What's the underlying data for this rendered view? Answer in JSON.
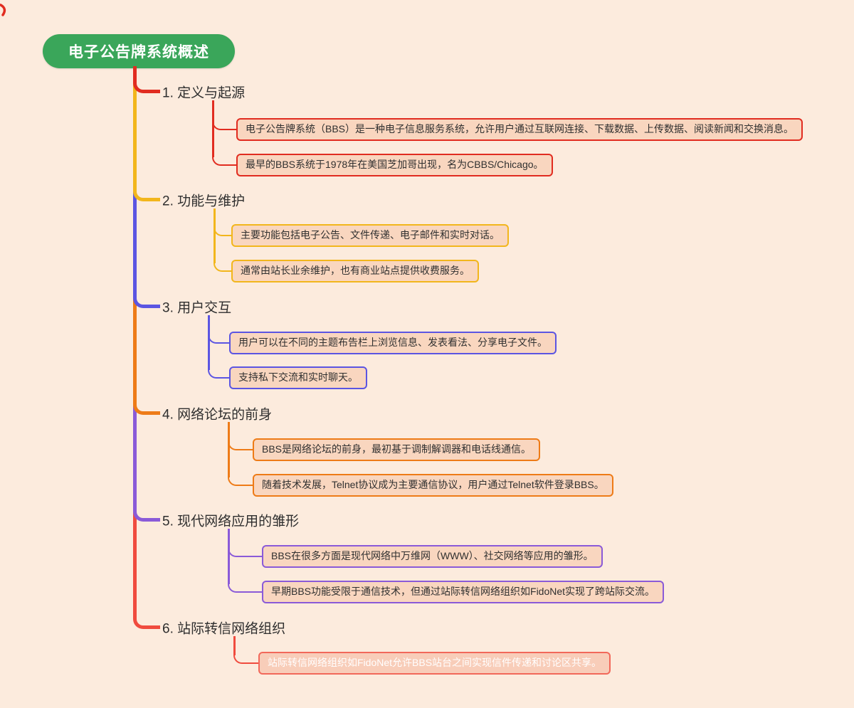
{
  "root": {
    "label": "电子公告牌系统概述"
  },
  "branches": [
    {
      "label": "1. 定义与起源",
      "color": "#e12c20",
      "leaves": [
        {
          "text": "电子公告牌系统（BBS）是一种电子信息服务系统，允许用户通过互联网连接、下载数据、上传数据、阅读新闻和交换消息。"
        },
        {
          "text": "最早的BBS系统于1978年在美国芝加哥出现，名为CBBS/Chicago。"
        }
      ]
    },
    {
      "label": "2. 功能与维护",
      "color": "#f2b61c",
      "leaves": [
        {
          "text": "主要功能包括电子公告、文件传递、电子邮件和实时对话。"
        },
        {
          "text": "通常由站长业余维护，也有商业站点提供收费服务。"
        }
      ]
    },
    {
      "label": "3. 用户交互",
      "color": "#5b55e2",
      "leaves": [
        {
          "text": "用户可以在不同的主题布告栏上浏览信息、发表看法、分享电子文件。"
        },
        {
          "text": "支持私下交流和实时聊天。"
        }
      ]
    },
    {
      "label": "4. 网络论坛的前身",
      "color": "#ee7b17",
      "leaves": [
        {
          "text": "BBS是网络论坛的前身，最初基于调制解调器和电话线通信。"
        },
        {
          "text": "随着技术发展，Telnet协议成为主要通信协议，用户通过Telnet软件登录BBS。"
        }
      ]
    },
    {
      "label": "5. 现代网络应用的雏形",
      "color": "#8a5ad8",
      "leaves": [
        {
          "text": "BBS在很多方面是现代网络中万维网（WWW）、社交网络等应用的雏形。"
        },
        {
          "text": "早期BBS功能受限于通信技术，但通过站际转信网络组织如FidoNet实现了跨站际交流。"
        }
      ]
    },
    {
      "label": "6. 站际转信网络组织",
      "color": "#f04b3e",
      "leaves": [
        {
          "text": "站际转信网络组织如FidoNet允许BBS站台之间实现信件传递和讨论区共享。"
        }
      ]
    }
  ],
  "palette": {
    "background": "#fcebdd",
    "root_fill": "#3aa65a",
    "root_text": "#ffffff",
    "leaf_fill": "#f9d6bf",
    "leaf_text": "#303030",
    "last_leaf_text": "#ffffff",
    "branch_colors": [
      "#e12c20",
      "#f2b61c",
      "#5b55e2",
      "#ee7b17",
      "#8a5ad8",
      "#f04b3e"
    ]
  }
}
